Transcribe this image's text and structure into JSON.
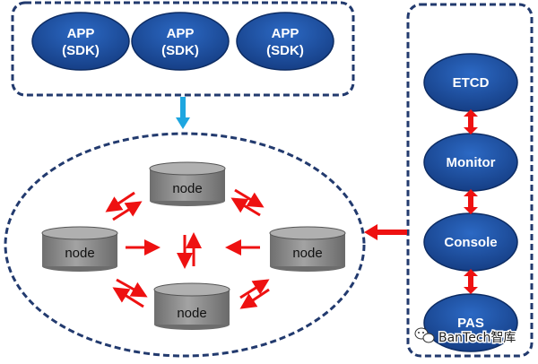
{
  "colors": {
    "background": "#ffffff",
    "border": "#223a6e",
    "ellipse_fill": "#1f4f9a",
    "cylinder_fill": "#8a8a8a",
    "arrow_red": "#ee1111",
    "arrow_blue": "#1ea6e0",
    "text_light": "#ffffff",
    "text_dark": "#111111"
  },
  "apps": [
    {
      "line1": "APP",
      "line2": "(SDK)"
    },
    {
      "line1": "APP",
      "line2": "(SDK)"
    },
    {
      "line1": "APP",
      "line2": "(SDK)"
    }
  ],
  "nodes": [
    {
      "label": "node"
    },
    {
      "label": "node"
    },
    {
      "label": "node"
    },
    {
      "label": "node"
    }
  ],
  "services": [
    {
      "label": "ETCD"
    },
    {
      "label": "Monitor"
    },
    {
      "label": "Console"
    },
    {
      "label": "PAS"
    }
  ],
  "watermark": {
    "text": "BanTech智库",
    "icon": "wechat-icon"
  }
}
